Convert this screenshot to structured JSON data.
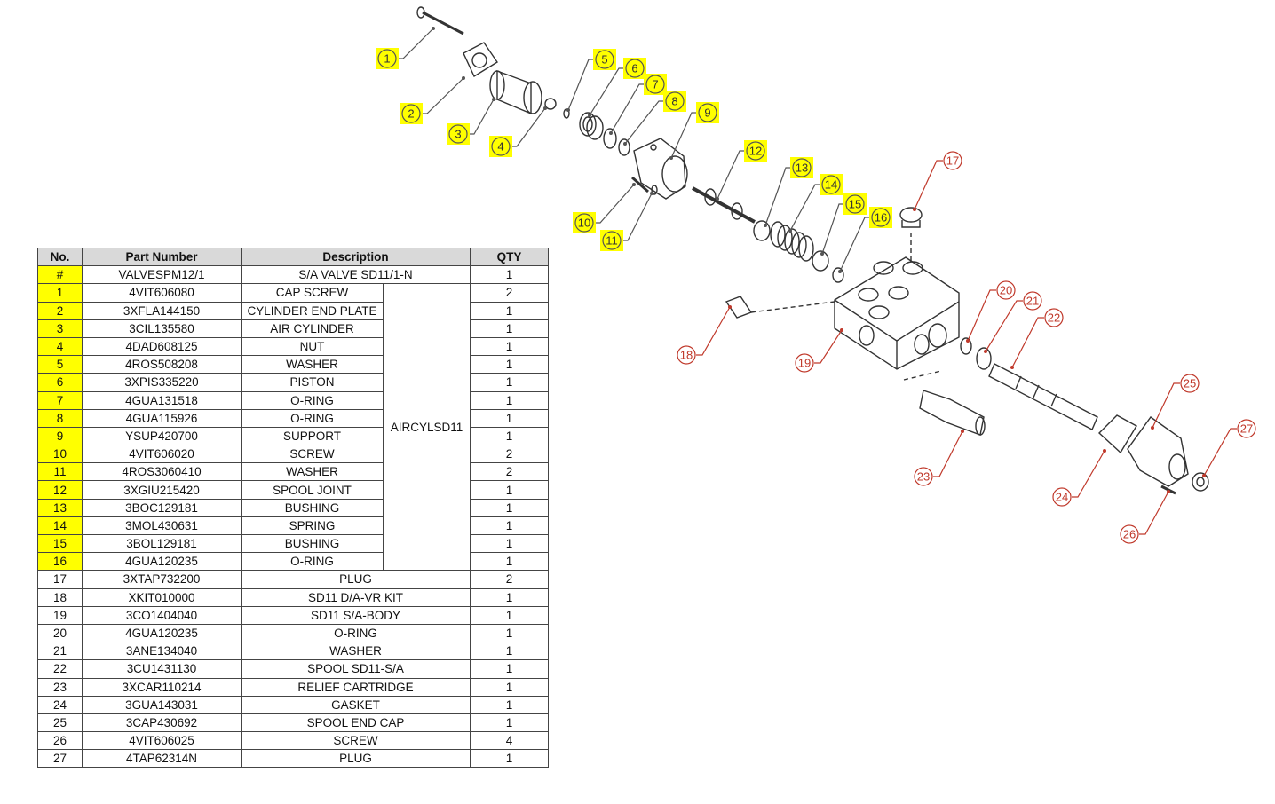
{
  "colors": {
    "highlight": "#ffff00",
    "callout_red": "#c0392b",
    "drawing_line": "#333333",
    "header_bg": "#d9d9d9"
  },
  "table": {
    "headers": [
      "No.",
      "Part Number",
      "Description",
      "QTY"
    ],
    "kit_label": "AIRCYLSD11",
    "rows": [
      {
        "no": "#",
        "part": "VALVESPM12/1",
        "desc": "S/A VALVE SD11/1-N",
        "qty": "1",
        "hl": true
      },
      {
        "no": "1",
        "part": "4VIT606080",
        "desc": "CAP SCREW",
        "qty": "2",
        "hl": true
      },
      {
        "no": "2",
        "part": "3XFLA144150",
        "desc": "CYLINDER END PLATE",
        "qty": "1",
        "hl": true
      },
      {
        "no": "3",
        "part": "3CIL135580",
        "desc": "AIR CYLINDER",
        "qty": "1",
        "hl": true
      },
      {
        "no": "4",
        "part": "4DAD608125",
        "desc": "NUT",
        "qty": "1",
        "hl": true
      },
      {
        "no": "5",
        "part": "4ROS508208",
        "desc": "WASHER",
        "qty": "1",
        "hl": true
      },
      {
        "no": "6",
        "part": "3XPIS335220",
        "desc": "PISTON",
        "qty": "1",
        "hl": true
      },
      {
        "no": "7",
        "part": "4GUA131518",
        "desc": "O-RING",
        "qty": "1",
        "hl": true
      },
      {
        "no": "8",
        "part": "4GUA115926",
        "desc": "O-RING",
        "qty": "1",
        "hl": true
      },
      {
        "no": "9",
        "part": "YSUP420700",
        "desc": "SUPPORT",
        "qty": "1",
        "hl": true
      },
      {
        "no": "10",
        "part": "4VIT606020",
        "desc": "SCREW",
        "qty": "2",
        "hl": true
      },
      {
        "no": "11",
        "part": "4ROS3060410",
        "desc": "WASHER",
        "qty": "2",
        "hl": true
      },
      {
        "no": "12",
        "part": "3XGIU215420",
        "desc": "SPOOL JOINT",
        "qty": "1",
        "hl": true
      },
      {
        "no": "13",
        "part": "3BOC129181",
        "desc": "BUSHING",
        "qty": "1",
        "hl": true
      },
      {
        "no": "14",
        "part": "3MOL430631",
        "desc": "SPRING",
        "qty": "1",
        "hl": true
      },
      {
        "no": "15",
        "part": "3BOL129181",
        "desc": "BUSHING",
        "qty": "1",
        "hl": true
      },
      {
        "no": "16",
        "part": "4GUA120235",
        "desc": "O-RING",
        "qty": "1",
        "hl": true
      },
      {
        "no": "17",
        "part": "3XTAP732200",
        "desc": "PLUG",
        "qty": "2",
        "hl": false
      },
      {
        "no": "18",
        "part": "XKIT010000",
        "desc": "SD11 D/A-VR KIT",
        "qty": "1",
        "hl": false
      },
      {
        "no": "19",
        "part": "3CO1404040",
        "desc": "SD11 S/A-BODY",
        "qty": "1",
        "hl": false
      },
      {
        "no": "20",
        "part": "4GUA120235",
        "desc": "O-RING",
        "qty": "1",
        "hl": false
      },
      {
        "no": "21",
        "part": "3ANE134040",
        "desc": "WASHER",
        "qty": "1",
        "hl": false
      },
      {
        "no": "22",
        "part": "3CU1431130",
        "desc": "SPOOL SD11-S/A",
        "qty": "1",
        "hl": false
      },
      {
        "no": "23",
        "part": "3XCAR110214",
        "desc": "RELIEF CARTRIDGE",
        "qty": "1",
        "hl": false
      },
      {
        "no": "24",
        "part": "3GUA143031",
        "desc": "GASKET",
        "qty": "1",
        "hl": false
      },
      {
        "no": "25",
        "part": "3CAP430692",
        "desc": "SPOOL END CAP",
        "qty": "1",
        "hl": false
      },
      {
        "no": "26",
        "part": "4VIT606025",
        "desc": "SCREW",
        "qty": "4",
        "hl": false
      },
      {
        "no": "27",
        "part": "4TAP62314N",
        "desc": "PLUG",
        "qty": "1",
        "hl": false
      }
    ]
  },
  "callouts": [
    {
      "label": "1",
      "hl": true
    },
    {
      "label": "2",
      "hl": true
    },
    {
      "label": "3",
      "hl": true
    },
    {
      "label": "4",
      "hl": true
    },
    {
      "label": "5",
      "hl": true
    },
    {
      "label": "6",
      "hl": true
    },
    {
      "label": "7",
      "hl": true
    },
    {
      "label": "8",
      "hl": true
    },
    {
      "label": "9",
      "hl": true
    },
    {
      "label": "10",
      "hl": true
    },
    {
      "label": "11",
      "hl": true
    },
    {
      "label": "12",
      "hl": true
    },
    {
      "label": "13",
      "hl": true
    },
    {
      "label": "14",
      "hl": true
    },
    {
      "label": "15",
      "hl": true
    },
    {
      "label": "16",
      "hl": true
    },
    {
      "label": "17",
      "hl": false
    },
    {
      "label": "18",
      "hl": false
    },
    {
      "label": "19",
      "hl": false
    },
    {
      "label": "20",
      "hl": false
    },
    {
      "label": "21",
      "hl": false
    },
    {
      "label": "22",
      "hl": false
    },
    {
      "label": "23",
      "hl": false
    },
    {
      "label": "24",
      "hl": false
    },
    {
      "label": "25",
      "hl": false
    },
    {
      "label": "26",
      "hl": false
    },
    {
      "label": "27",
      "hl": false
    }
  ]
}
